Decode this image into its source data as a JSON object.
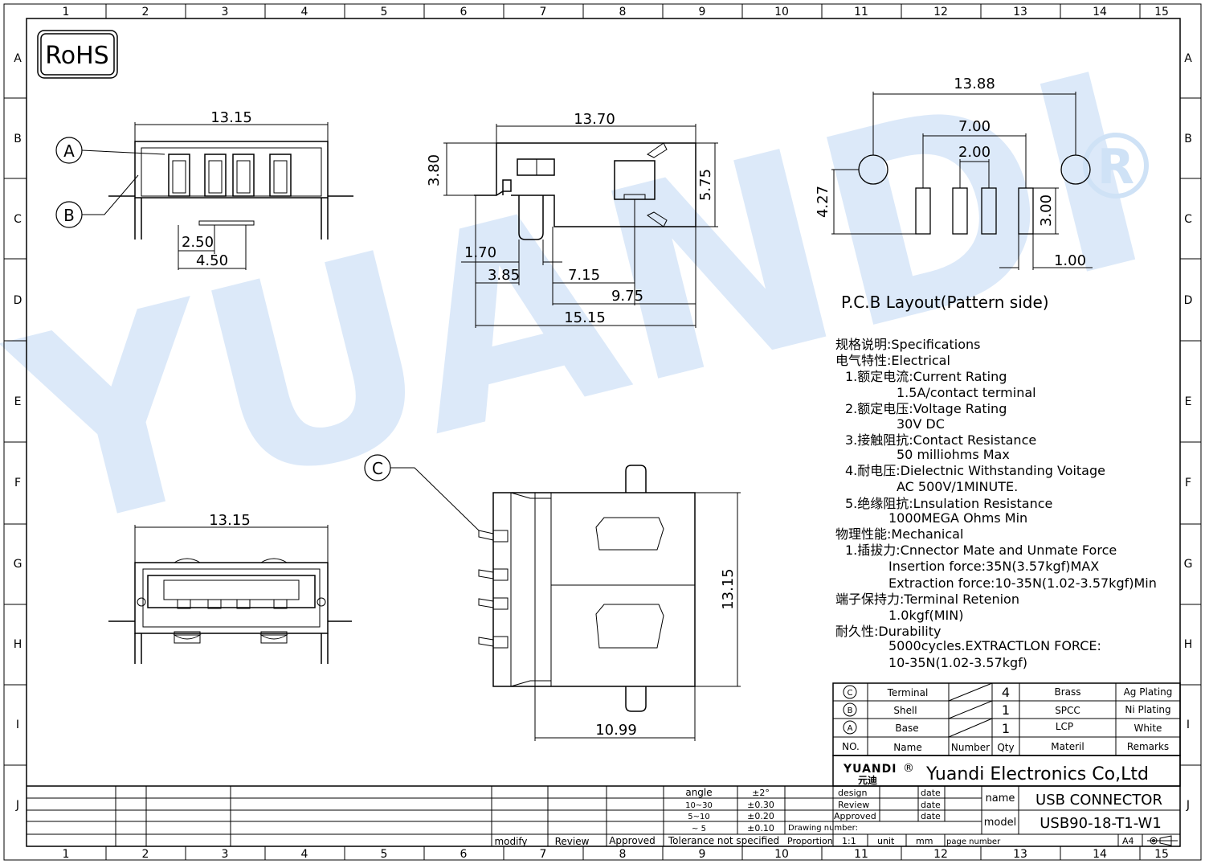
{
  "badge": "RoHS",
  "registered_mark": "®",
  "watermark": "YUANDI",
  "grid": {
    "cols": [
      "1",
      "2",
      "3",
      "4",
      "5",
      "6",
      "7",
      "8",
      "9",
      "10",
      "11",
      "12",
      "13",
      "14",
      "15"
    ],
    "rows": [
      "A",
      "B",
      "C",
      "D",
      "E",
      "F",
      "G",
      "H",
      "I",
      "J"
    ]
  },
  "callouts": {
    "a": "A",
    "b": "B",
    "c": "C"
  },
  "dims": {
    "front_top_width": "13.15",
    "pin_pitch": "2.50",
    "pin_span": "4.50",
    "side_length": "13.70",
    "side_height": "3.80",
    "side_depth": "5.75",
    "side_d1": "1.70",
    "side_d2": "3.85",
    "side_d3": "7.15",
    "side_d4": "9.75",
    "side_d5": "15.15",
    "front_bottom_width": "13.15",
    "top_height": "13.15",
    "top_width": "10.99",
    "pcb_total": "13.88",
    "pcb_span": "7.00",
    "pcb_pitch": "2.00",
    "pcb_height": "4.27",
    "pcb_pad_len": "3.00",
    "pcb_pad_w": "1.00"
  },
  "pcb_title": "P.C.B  Layout(Pattern  side)",
  "spec_lines": [
    "规格说明:Specifications",
    "电气特性:Electrical",
    "1.额定电流:Current  Rating",
    "1.5A/contact  terminal",
    "2.额定电压:Voltage  Rating",
    "30V  DC",
    "3.接触阻抗:Contact  Resistance",
    "50  milliohms  Max",
    "4.耐电压:Dielectnic  Withstanding  Voitage",
    "AC  500V/1MINUTE.",
    "5.绝缘阻抗:Lnsulation  Resistance",
    "1000MEGA  Ohms  Min",
    "物理性能:Mechanical",
    "1.插拔力:Cnnector  Mate  and  Unmate  Force",
    "Insertion  force:35N(3.57kgf)MAX",
    "Extraction  force:10-35N(1.02-3.57kgf)Min",
    "端子保持力:Terminal  Retenion",
    "1.0kgf(MIN)",
    "耐久性:Durability",
    "5000cycles.EXTRACTLON  FORCE:",
    "10-35N(1.02-3.57kgf)"
  ],
  "bom": {
    "rows": [
      {
        "no": "C",
        "name": "Terminal",
        "qty": "4",
        "material": "Brass",
        "remarks": "Ag  Plating"
      },
      {
        "no": "B",
        "name": "Shell",
        "qty": "1",
        "material": "SPCC",
        "remarks": "Ni  Plating"
      },
      {
        "no": "A",
        "name": "Base",
        "qty": "1",
        "material": "LCP",
        "remarks": "White"
      }
    ],
    "header": {
      "no": "NO.",
      "name": "Name",
      "number": "Number",
      "qty": "Qty",
      "material": "Materil",
      "remarks": "Remarks"
    }
  },
  "company": {
    "logo_top": "YUANDI",
    "logo_bottom": "元迪",
    "name": "Yuandi Electronics Co,Ltd"
  },
  "title_block": {
    "design": "design",
    "review": "Review",
    "approved": "Approved",
    "date": "date",
    "name_label": "name",
    "name_value": "USB  CONNECTOR",
    "model_label": "model",
    "model_value": "USB90-18-T1-W1",
    "drawing_number": "Drawing number:",
    "proportion": "Proportion",
    "scale": "1:1",
    "unit": "unit",
    "mm": "mm",
    "page_number": "page number",
    "size": "A4"
  },
  "tolerance": {
    "angle_label": "angle",
    "angle_value": "±2°",
    "r1": "10~30",
    "v1": "±0.30",
    "r2": "5~10",
    "v2": "±0.20",
    "r3": "~ 5",
    "v3": "±0.10",
    "footer": "Tolerance  not  specified"
  },
  "revision": {
    "modify": "modify",
    "review": "Review",
    "approved": "Approved"
  }
}
